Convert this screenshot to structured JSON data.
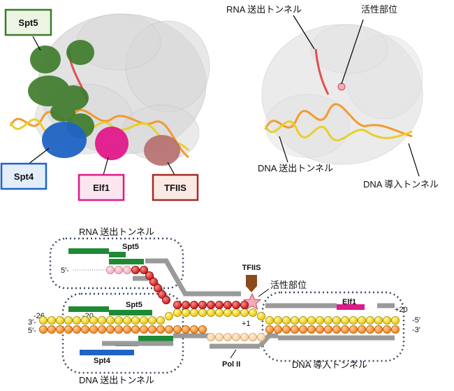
{
  "top_left": {
    "labels": {
      "spt5": "Spt5",
      "spt4": "Spt4",
      "elf1": "Elf1",
      "tfiis": "TFIIS"
    },
    "colors": {
      "spt5": "#3c7a2a",
      "spt4": "#1f63c4",
      "elf1": "#e0198a",
      "tfiis": "#b55e5e"
    }
  },
  "top_right": {
    "labels": {
      "rna_exit": "RNA 送出トンネル",
      "active_site": "活性部位",
      "dna_exit": "DNA 送出トンネル",
      "dna_entry": "DNA 導入トンネル"
    }
  },
  "bottom": {
    "labels": {
      "rna_exit_tunnel": "RNA 送出トンネル",
      "spt5_upper": "Spt5",
      "spt5_lower": "Spt5",
      "tfiis": "TFIIS",
      "active_site": "活性部位",
      "elf1": "Elf1",
      "spt4": "Spt4",
      "pol2": "Pol II",
      "dna_exit_tunnel": "DNA 送出トンネル",
      "dna_entry_tunnel": "DNA 導入トンネル",
      "rna_5prime": "5′-",
      "pos_minus26": "-26",
      "pos_minus20": "-20",
      "pos_plus1": "+1",
      "pos_plus20": "+20",
      "strand_3prime_left": "3′-",
      "strand_5prime_left": "5′-",
      "strand_minus5_right": "-5′",
      "strand_minus3_right": "-3′"
    },
    "colors": {
      "rna": "#d81e1e",
      "rna_faded": "#f2b9c4",
      "template": "#f2d400",
      "nontemplate": "#f28a1e",
      "nontemplate_faded": "#f9d3a8",
      "spt5": "#1e8a35",
      "spt4": "#1f63c4",
      "elf1": "#e0198a",
      "tfiis": "#8b4a1a",
      "pol2": "#9a9a9a",
      "tunnel": "#3b4a66",
      "active_site": "#f6a9b6"
    }
  }
}
